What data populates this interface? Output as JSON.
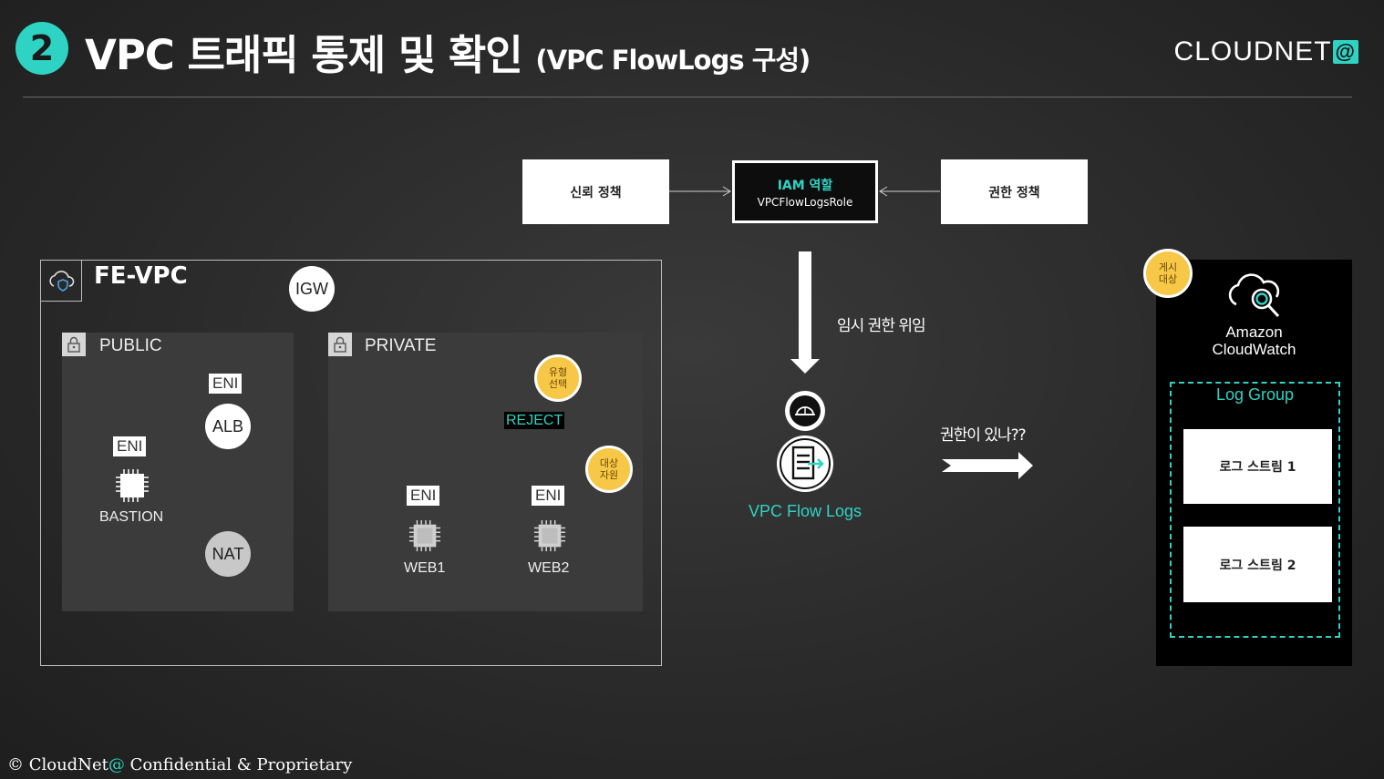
{
  "header": {
    "step_number": "2",
    "title_main": "VPC 트래픽 통제 및 확인",
    "title_sub": "(VPC FlowLogs 구성)",
    "brand_text": "CLOUDNET",
    "brand_at": "@"
  },
  "iam": {
    "trust_policy": "신뢰 정책",
    "role_title": "IAM 역할",
    "role_name": "VPCFlowLogsRole",
    "permission_policy": "권한 정책",
    "delegation_label": "임시 권한 위임"
  },
  "vpc": {
    "name": "FE-VPC",
    "igw": "IGW",
    "public": {
      "label": "PUBLIC",
      "eni_alb": "ENI",
      "alb": "ALB",
      "eni_bastion": "ENI",
      "bastion": "BASTION",
      "nat": "NAT"
    },
    "private": {
      "label": "PRIVATE",
      "type_badge": "유형\n선택",
      "reject": "REJECT",
      "target_badge": "대상\n자원",
      "eni_web1": "ENI",
      "web1": "WEB1",
      "eni_web2": "ENI",
      "web2": "WEB2"
    }
  },
  "flow_logs": {
    "label": "VPC Flow Logs",
    "question": "권한이 있나??"
  },
  "cloudwatch": {
    "publish_badge": "게시\n대상",
    "name_line1": "Amazon",
    "name_line2": "CloudWatch",
    "log_group": "Log Group",
    "streams": [
      "로그 스트림 1",
      "로그 스트림 2"
    ]
  },
  "footer": {
    "prefix": "© CloudNet",
    "at": "@",
    "suffix": " Confidential & Proprietary"
  },
  "colors": {
    "accent": "#2fd3c4",
    "badge_yellow": "#f7c748",
    "background": "#2a2a2a"
  }
}
